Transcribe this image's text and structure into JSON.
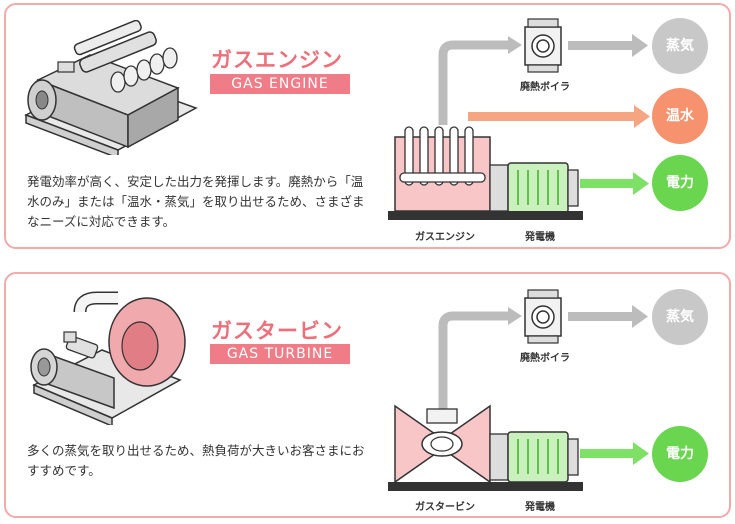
{
  "engine": {
    "title_jp": "ガスエンジン",
    "title_en": "GAS ENGINE",
    "description": "発電効率が高く、安定した出力を発揮します。廃熱から「温水のみ」または「温水・蒸気」を取り出せるため、さまざまなニーズに対応できます。",
    "boiler_label": "廃熱ボイラ",
    "unit_label": "ガスエンジン",
    "generator_label": "発電機",
    "outputs": {
      "steam": "蒸気",
      "hot_water": "温水",
      "power": "電力"
    }
  },
  "turbine": {
    "title_jp": "ガスタービン",
    "title_en": "GAS TURBINE",
    "description": "多くの蒸気を取り出せるため、熱負荷が大きいお客さまにおすすめです。",
    "boiler_label": "廃熱ボイラ",
    "unit_label": "ガスタービン",
    "generator_label": "発電機",
    "outputs": {
      "steam": "蒸気",
      "power": "電力"
    }
  },
  "colors": {
    "border": "#f4a9aa",
    "title": "#ee6f7a",
    "steam": "#c8c8c8",
    "hot_water": "#f6936e",
    "power": "#6ad64f",
    "engine_body": "#f9c6c8",
    "generator_body": "#c9f0bd"
  },
  "icons": [
    "gas-engine-illustration",
    "gas-turbine-illustration",
    "boiler-icon",
    "arrow-right-icon"
  ]
}
